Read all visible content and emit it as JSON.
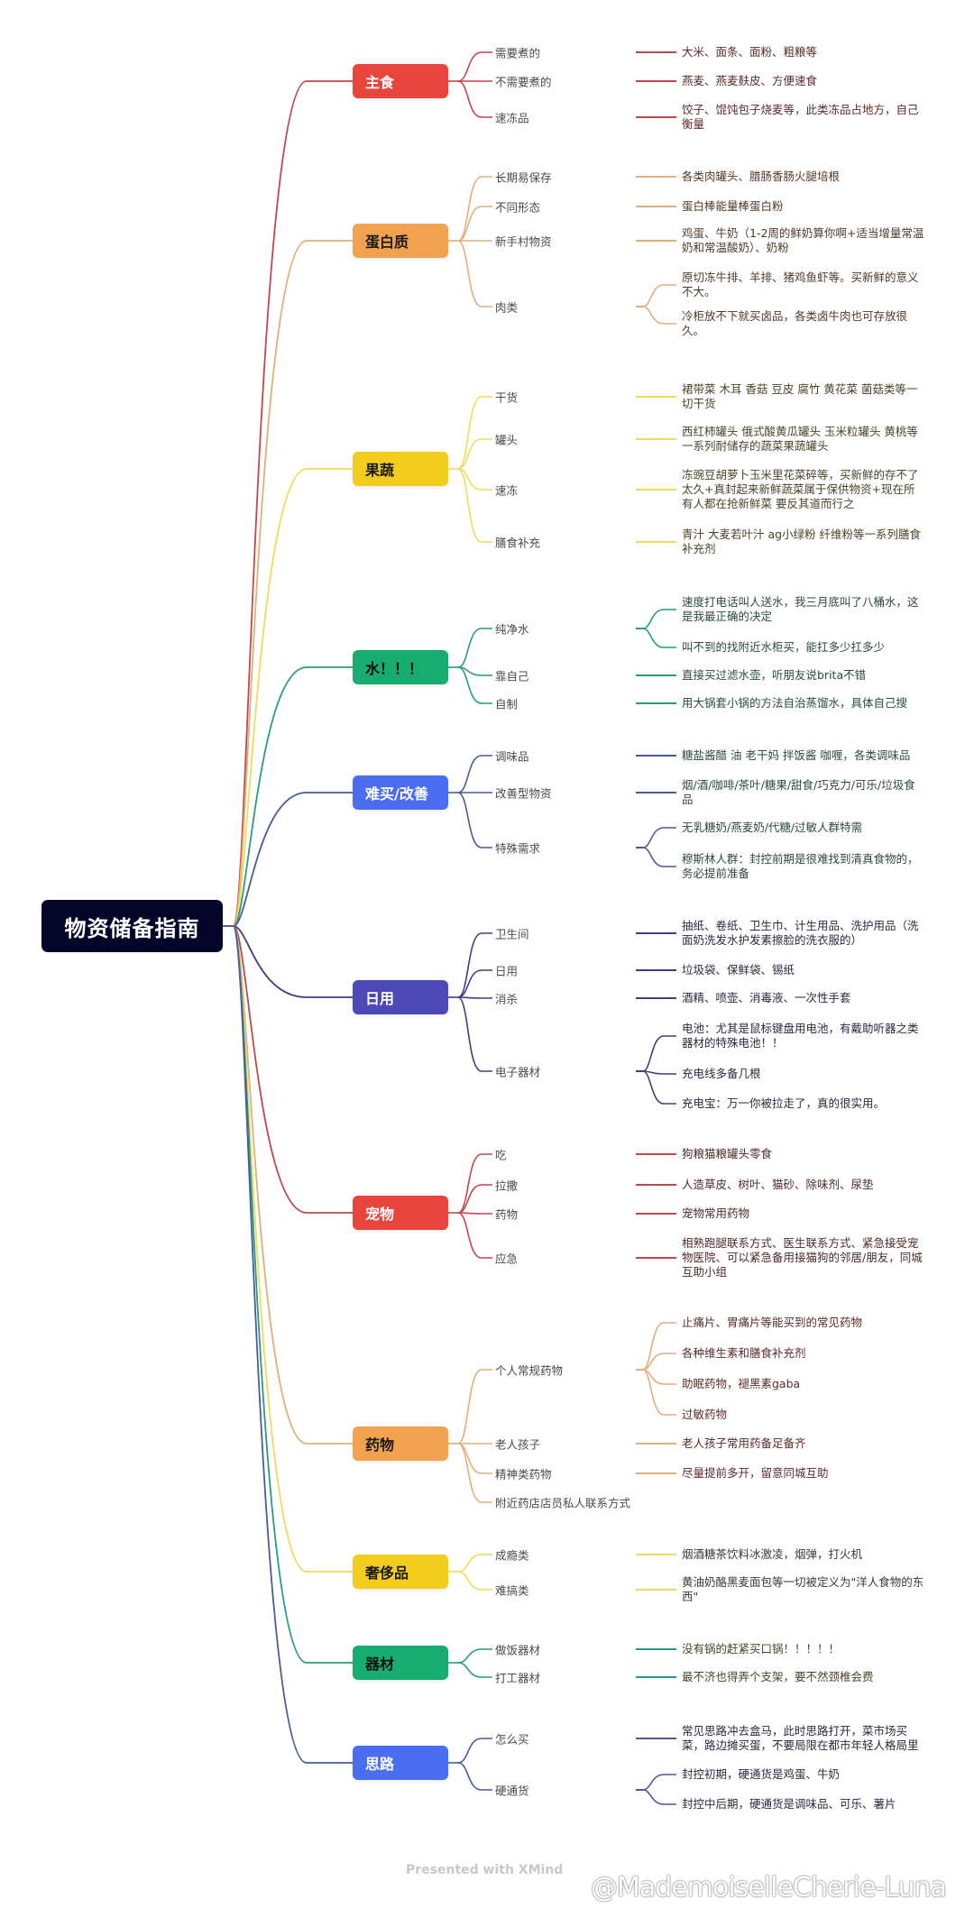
{
  "root": {
    "label": "物资储备指南"
  },
  "categories": [
    {
      "label": "主食",
      "color": "#e8453c",
      "text_color": "#ffffff",
      "line_color": "#c2474a",
      "detail_color": "#5a2b2b",
      "children": [
        {
          "label": "需要煮的",
          "details": [
            "大米、面条、面粉、粗粮等"
          ]
        },
        {
          "label": "不需要煮的",
          "details": [
            "燕麦、燕麦麸皮、方便速食"
          ]
        },
        {
          "label": "速冻品",
          "details": [
            "饺子、馄饨包子烧麦等，此类冻品占地方，自己衡量"
          ]
        }
      ]
    },
    {
      "label": "蛋白质",
      "color": "#f2a24e",
      "text_color": "#1a1a1a",
      "line_color": "#e0b07a",
      "detail_color": "#4e3a2a",
      "children": [
        {
          "label": "长期易保存",
          "details": [
            "各类肉罐头、腊肠香肠火腿培根"
          ]
        },
        {
          "label": "不同形态",
          "details": [
            "蛋白棒能量棒蛋白粉"
          ]
        },
        {
          "label": "新手村物资",
          "details": [
            "鸡蛋、牛奶（1-2周的鲜奶算你啊+适当增量常温奶和常温酸奶）、奶粉"
          ]
        },
        {
          "label": "肉类",
          "details": [
            "原切冻牛排、羊排、猪鸡鱼虾等。买新鲜的意义不大。",
            "冷柜放不下就买卤品，各类卤牛肉也可存放很久。"
          ]
        }
      ]
    },
    {
      "label": "果蔬",
      "color": "#f2cd1d",
      "text_color": "#1a1a1a",
      "line_color": "#eedc5a",
      "detail_color": "#4a4428",
      "children": [
        {
          "label": "干货",
          "details": [
            "裙带菜 木耳 香菇 豆皮 腐竹 黄花菜 菌菇类等一切干货"
          ]
        },
        {
          "label": "罐头",
          "details": [
            "西红柿罐头 俄式酸黄瓜罐头 玉米粒罐头 黄桃等一系列耐储存的蔬菜果蔬罐头"
          ]
        },
        {
          "label": "速冻",
          "details": [
            "冻豌豆胡萝卜玉米里花菜碎等，买新鲜的存不了太久+真封起来新鲜蔬菜属于保供物资+现在所有人都在抢新鲜菜 要反其道而行之"
          ]
        },
        {
          "label": "膳食补充",
          "details": [
            "青汁 大麦若叶汁 ag小绿粉 纤维粉等一系列膳食补充剂"
          ]
        }
      ]
    },
    {
      "label": "水！！！",
      "color": "#17ad70",
      "text_color": "#111111",
      "line_color": "#2a9a86",
      "detail_color": "#2a4a40",
      "children": [
        {
          "label": "纯净水",
          "details": [
            "速度打电话叫人送水，我三月底叫了八桶水，这是我最正确的决定",
            "叫不到的找附近水柜买，能扛多少扛多少"
          ]
        },
        {
          "label": "靠自己",
          "details": [
            "直接买过滤水壶，听朋友说brita不错"
          ]
        },
        {
          "label": "自制",
          "details": [
            "用大锅套小锅的方法自治蒸馏水，具体自己搜"
          ]
        }
      ]
    },
    {
      "label": "难买/改善",
      "color": "#4b6ef0",
      "text_color": "#ffffff",
      "line_color": "#4a5a9a",
      "detail_color": "#2d4a3c",
      "children": [
        {
          "label": "调味品",
          "details": [
            "糖盐酱醋 油 老干妈 拌饭酱 咖喱，各类调味品"
          ]
        },
        {
          "label": "改善型物资",
          "details": [
            "烟/酒/咖啡/茶叶/糖果/甜食/巧克力/可乐/垃圾食品"
          ]
        },
        {
          "label": "特殊需求",
          "details": [
            "无乳糖奶/燕麦奶/代糖/过敏人群特需",
            "穆斯林人群：封控前期是很难找到清真食物的，务必提前准备"
          ]
        }
      ]
    },
    {
      "label": "日用",
      "color": "#4d4ab8",
      "text_color": "#ffffff",
      "line_color": "#3f3f80",
      "detail_color": "#2a2a3e",
      "children": [
        {
          "label": "卫生间",
          "details": [
            "抽纸、卷纸、卫生巾、计生用品、洗护用品（洗面奶洗发水护发素擦脸的洗衣服的）"
          ]
        },
        {
          "label": "日用",
          "details": [
            "垃圾袋、保鲜袋、锡纸"
          ]
        },
        {
          "label": "消杀",
          "details": [
            "酒精、喷壶、消毒液、一次性手套"
          ]
        },
        {
          "label": "电子器材",
          "details": [
            "电池：尤其是鼠标键盘用电池，有戴助听器之类器材的特殊电池！！",
            "充电线多备几根",
            "充电宝：万一你被拉走了，真的很实用。"
          ]
        }
      ]
    },
    {
      "label": "宠物",
      "color": "#e8453c",
      "text_color": "#ffffff",
      "line_color": "#c2474a",
      "detail_color": "#4a2a2a",
      "children": [
        {
          "label": "吃",
          "details": [
            "狗粮猫粮罐头零食"
          ]
        },
        {
          "label": "拉撒",
          "details": [
            "人造草皮、树叶、猫砂、除味剂、尿垫"
          ]
        },
        {
          "label": "药物",
          "details": [
            "宠物常用药物"
          ]
        },
        {
          "label": "应急",
          "details": [
            "相熟跑腿联系方式、医生联系方式、紧急接受宠物医院、可以紧急备用接猫狗的邻居/朋友，同城互助小组"
          ]
        }
      ]
    },
    {
      "label": "药物",
      "color": "#f2a24e",
      "text_color": "#1a1a1a",
      "line_color": "#e0b07a",
      "detail_color": "#5a2b2b",
      "children": [
        {
          "label": "个人常规药物",
          "details": [
            "止痛片、胃痛片等能买到的常见药物",
            "各种维生素和膳食补充剂",
            "助眠药物，褪黑素gaba",
            "过敏药物"
          ]
        },
        {
          "label": "老人孩子",
          "details": [
            "老人孩子常用药备足备齐"
          ]
        },
        {
          "label": "精神类药物",
          "details": [
            "尽量提前多开，留意同城互助"
          ]
        },
        {
          "label": "附近药店店员私人联系方式",
          "details": []
        }
      ]
    },
    {
      "label": "奢侈品",
      "color": "#f2cd1d",
      "text_color": "#1a1a1a",
      "line_color": "#eedc5a",
      "detail_color": "#3a3a3a",
      "children": [
        {
          "label": "成瘾类",
          "details": [
            "烟酒糖茶饮料冰激凌，烟弹，打火机"
          ]
        },
        {
          "label": "难搞类",
          "details": [
            "黄油奶酪黑麦面包等一切被定义为\"洋人食物的东西\""
          ]
        }
      ]
    },
    {
      "label": "器材",
      "color": "#17ad70",
      "text_color": "#111111",
      "line_color": "#2a9a86",
      "detail_color": "#4a4428",
      "children": [
        {
          "label": "做饭器材",
          "details": [
            "没有锅的赶紧买口锅！！！！！"
          ]
        },
        {
          "label": "打工器材",
          "details": [
            "最不济也得弄个支架，要不然颈椎会费"
          ]
        }
      ]
    },
    {
      "label": "思路",
      "color": "#4b6ef0",
      "text_color": "#ffffff",
      "line_color": "#4a5a9a",
      "detail_color": "#2a2a3e",
      "children": [
        {
          "label": "怎么买",
          "details": [
            "常见思路冲去盒马，此时思路打开，菜市场买菜，路边摊买蛋，不要局限在都市年轻人格局里"
          ]
        },
        {
          "label": "硬通货",
          "details": [
            "封控初期，硬通货是鸡蛋、牛奶",
            "封控中后期，硬通货是调味品、可乐、薯片"
          ]
        }
      ]
    }
  ],
  "footer": {
    "presented": "Presented with XMind",
    "watermark": "@MademoiselleCherie-Luna"
  }
}
